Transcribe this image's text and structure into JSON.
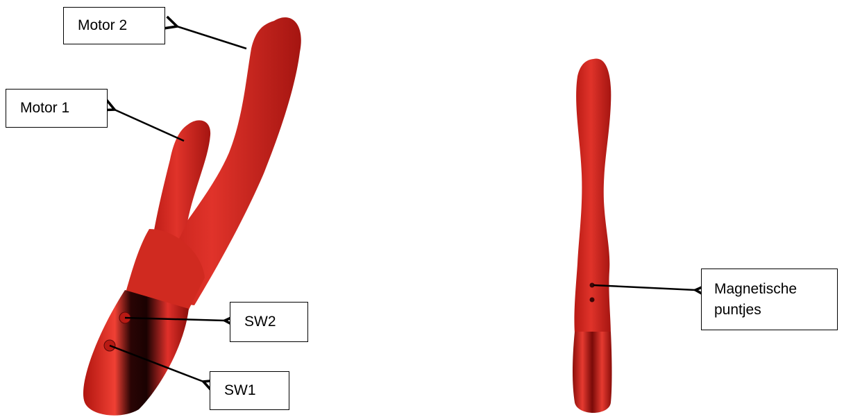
{
  "labels": {
    "motor2": "Motor 2",
    "motor1": "Motor 1",
    "sw2": "SW2",
    "sw1": "SW1",
    "magnetic_line1": "Magnetische",
    "magnetic_line2": "puntjes"
  },
  "colors": {
    "body_red": "#d8281f",
    "body_dark": "#a01410",
    "chrome_dark": "#2a0404",
    "highlight": "#f0554a"
  }
}
